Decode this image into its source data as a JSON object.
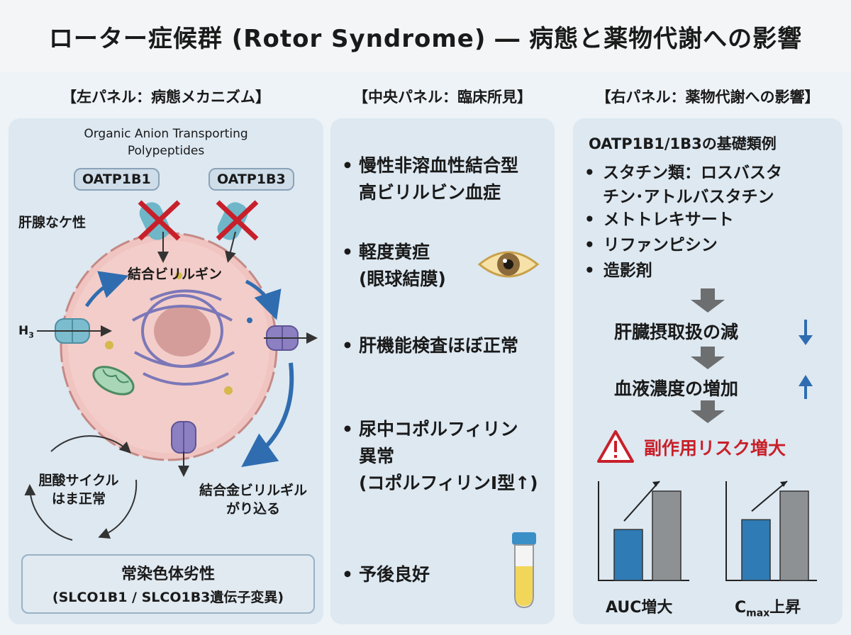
{
  "title": "ローター症候群 (Rotor Syndrome) ― 病態と薬物代謝への影響",
  "left": {
    "header": "【左パネル：病態メカニズム】",
    "organic_label_1": "Organic Anion Transporting",
    "organic_label_2": "Polypeptides",
    "tag_1": "OATP1B1",
    "tag_2": "OATP1B3",
    "hepatocyte_label": "肝腺なケ性",
    "bilirubin_label": "結合ビリルギン",
    "h3_main": "H",
    "h3_sub": "3",
    "bile_cycle_1": "胆酸サイクル",
    "bile_cycle_2": "はま正常",
    "leak_1": "結合金ビリルギル",
    "leak_2": "がり込る",
    "genetic_1": "常染色体劣性",
    "genetic_2": "(SLCO1B1 / SLCO1B3遺伝子変異)"
  },
  "middle": {
    "header": "【中央パネル：臨床所見】",
    "bullet": "•",
    "item1_line1": "慢性非溶血性結合型",
    "item1_line2": "高ビリルビン血症",
    "item2_line1": "軽度黄疸",
    "item2_line2": "(眼球結膜)",
    "item3": "肝機能検査ほぼ正常",
    "item4_line1": "尿中コポルフィリン",
    "item4_line2": "異常",
    "item4_line3": "(コポルフィリンI型↑)",
    "item5": "予後良好"
  },
  "right": {
    "header": "【右パネル：薬物代謝への影響】",
    "subtitle": "OATP1B1/1B3の基礎類例",
    "bullet": "•",
    "drug1_line1": "スタチン類：ロスバスタ",
    "drug1_line2": "チン･アトルバスタチン",
    "drug2": "メトトレキサート",
    "drug3": "リファンピシン",
    "drug4": "造影剤",
    "flow1": "肝臓摂取扱の減",
    "flow2": "血液濃度の増加",
    "flow3": "副作用リスク増大",
    "chart1_label": "AUC増大",
    "chart2_label_main": "C",
    "chart2_label_sub": "max",
    "chart2_label_tail": "上昇"
  },
  "colors": {
    "panel_bg": "#dde8f1",
    "cell_fill": "#f0c4c0",
    "arrow_blue": "#2f6db0",
    "warning_red": "#c8202a",
    "bar_blue": "#2f7bb5",
    "bar_gray": "#8e9194"
  },
  "chart_data": [
    {
      "type": "bar",
      "categories": [
        "",
        ""
      ],
      "values": [
        0.57,
        1.0
      ],
      "xlabel": "AUC増大"
    },
    {
      "type": "bar",
      "categories": [
        "",
        ""
      ],
      "values": [
        0.68,
        1.0
      ],
      "xlabel": "Cmax上昇"
    }
  ]
}
